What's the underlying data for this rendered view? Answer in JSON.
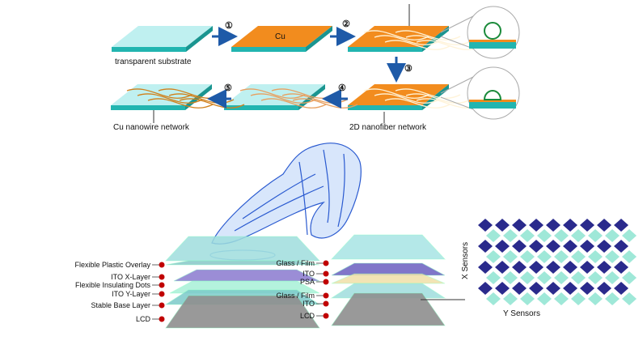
{
  "process": {
    "steps": [
      "①",
      "②",
      "③",
      "④",
      "⑤"
    ],
    "labels": {
      "substrate": "transparent substrate",
      "cu": "Cu",
      "nanofiber": "2D nanofiber network",
      "nanowire": "Cu nanowire network"
    }
  },
  "resistive": {
    "layers": [
      "Flexible Plastic Overlay",
      "ITO X-Layer",
      "Flexible Insulating Dots",
      "ITO Y-Layer",
      "Stable Base Layer",
      "LCD"
    ]
  },
  "capacitive": {
    "layers": [
      "Glass / Film",
      "ITO",
      "PSA",
      "Glass / Film",
      "ITO",
      "LCD"
    ]
  },
  "sensors": {
    "x_label": "X Sensors",
    "y_label": "Y Sensors"
  },
  "colors": {
    "substrate": "#bff0f0",
    "edge": "#22b5b0",
    "copper": "#f28c1e",
    "arrow": "#1e5aa8",
    "dot": "#c00000",
    "sensorX": "#2a2a8c",
    "sensorY": "#9fe8d8"
  }
}
